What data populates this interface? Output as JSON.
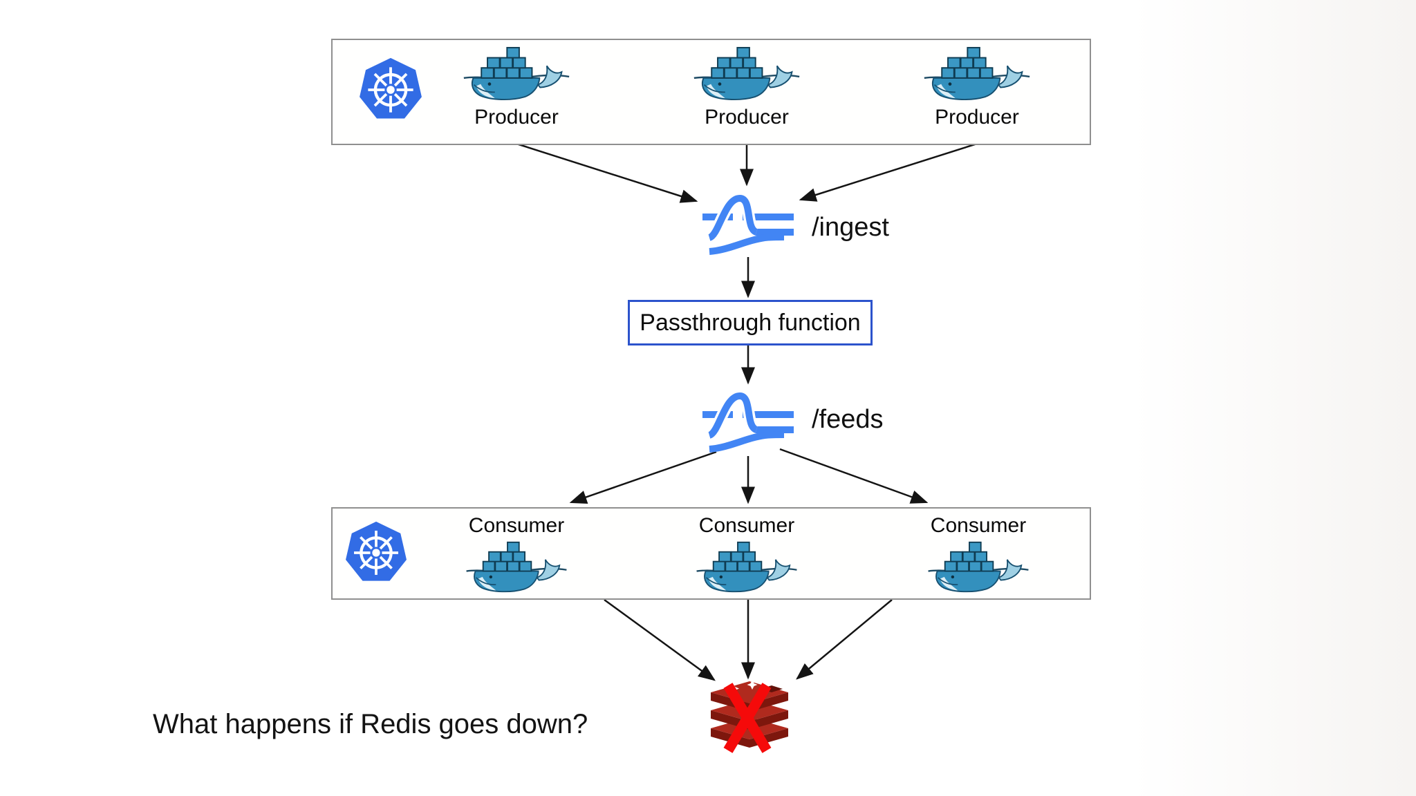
{
  "slide": {
    "question": "What happens if Redis goes down?"
  },
  "producers_box": {
    "platform_icon": "kubernetes-icon",
    "items": [
      {
        "icon": "docker-whale-icon",
        "label": "Producer"
      },
      {
        "icon": "docker-whale-icon",
        "label": "Producer"
      },
      {
        "icon": "docker-whale-icon",
        "label": "Producer"
      }
    ]
  },
  "ingest_endpoint": {
    "icon": "ingress-endpoint-icon",
    "label": "/ingest"
  },
  "passthrough_box": {
    "label": "Passthrough function"
  },
  "feeds_endpoint": {
    "icon": "ingress-endpoint-icon",
    "label": "/feeds"
  },
  "consumers_box": {
    "platform_icon": "kubernetes-icon",
    "items": [
      {
        "icon": "docker-whale-icon",
        "label": "Consumer"
      },
      {
        "icon": "docker-whale-icon",
        "label": "Consumer"
      },
      {
        "icon": "docker-whale-icon",
        "label": "Consumer"
      }
    ]
  },
  "redis": {
    "icon": "redis-database-icon",
    "overlay_icon": "red-x-icon",
    "status": "down"
  },
  "colors": {
    "endpoint_blue": "#4285f4",
    "kubernetes_blue": "#326ce5",
    "docker_blue": "#3390bd",
    "redis_red": "#b02a1e",
    "redis_red_dark": "#7d170d",
    "x_red": "#f50a0a",
    "function_border_blue": "#2c53cc",
    "group_box_border": "#8f8f8f",
    "arrow_black": "#141414"
  }
}
